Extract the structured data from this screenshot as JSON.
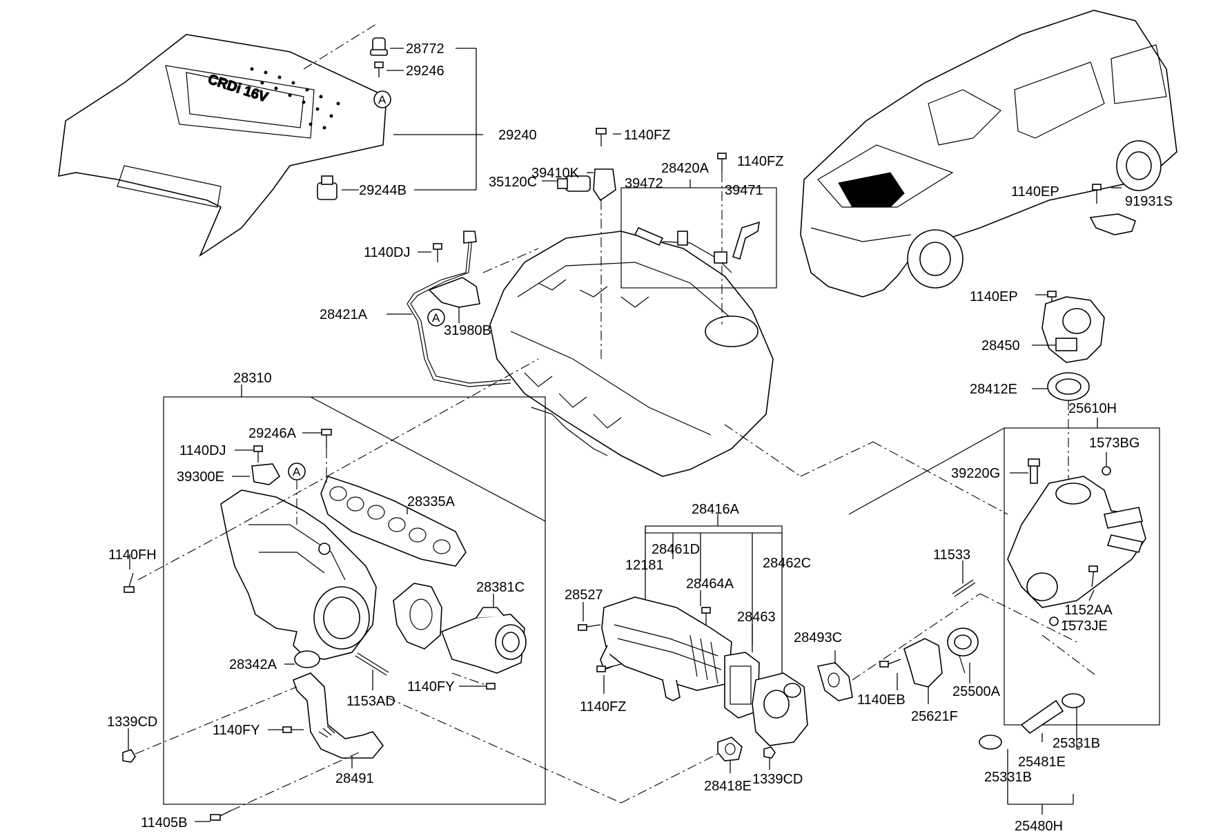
{
  "callout_letter": "A",
  "labels": {
    "p28772": "28772",
    "p29246": "29246",
    "p29240": "29240",
    "p29244B": "29244B",
    "p1140FZ_a": "1140FZ",
    "p39410K": "39410K",
    "p35120C": "35120C",
    "p28420A": "28420A",
    "p1140FZ_b": "1140FZ",
    "p39472": "39472",
    "p39471": "39471",
    "p1140DJ_a": "1140DJ",
    "p28421A": "28421A",
    "p31980B": "31980B",
    "p1140EP_a": "1140EP",
    "p91931S": "91931S",
    "p1140EP_b": "1140EP",
    "p28450": "28450",
    "p28412E": "28412E",
    "p25610H": "25610H",
    "p1573BG": "1573BG",
    "p39220G": "39220G",
    "p28310": "28310",
    "p29246A": "29246A",
    "p1140DJ_b": "1140DJ",
    "p39300E": "39300E",
    "p28335A": "28335A",
    "p1140FH": "1140FH",
    "p28381C": "28381C",
    "p28342A": "28342A",
    "p1153AD": "1153AD",
    "p1140FY_a": "1140FY",
    "p1339CD_a": "1339CD",
    "p1140FY_b": "1140FY",
    "p28491": "28491",
    "p11405B": "11405B",
    "p28416A": "28416A",
    "p28461D": "28461D",
    "p12181": "12181",
    "p28462C": "28462C",
    "p28464A": "28464A",
    "p28527": "28527",
    "p28463": "28463",
    "p28493C": "28493C",
    "p1140FZ_c": "1140FZ",
    "p28418E": "28418E",
    "p1339CD_b": "1339CD",
    "p11533": "11533",
    "p1152AA": "1152AA",
    "p1573JE": "1573JE",
    "p1140EB": "1140EB",
    "p25621F": "25621F",
    "p25500A": "25500A",
    "p25331B_a": "25331B",
    "p25481E": "25481E",
    "p25331B_b": "25331B",
    "p25480H": "25480H"
  },
  "cover_logo_text": "CRDi 16V"
}
